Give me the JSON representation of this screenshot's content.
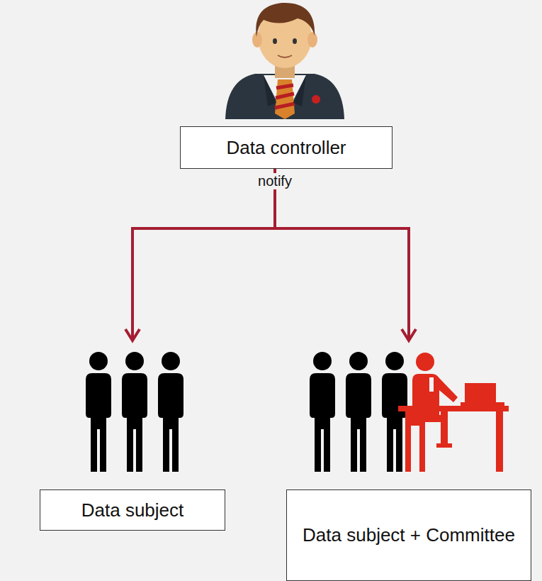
{
  "diagram": {
    "nodes": [
      {
        "text": [
          "Data controller"
        ]
      },
      {
        "text": [
          "Data subject"
        ]
      },
      {
        "text": [
          "Data subject + Committee"
        ]
      }
    ],
    "edges": [
      {
        "from": 0,
        "to": 1,
        "arrow": "to"
      },
      {
        "from": 0,
        "to": 2,
        "arrow": "to"
      }
    ],
    "labels": [
      "notify"
    ]
  }
}
